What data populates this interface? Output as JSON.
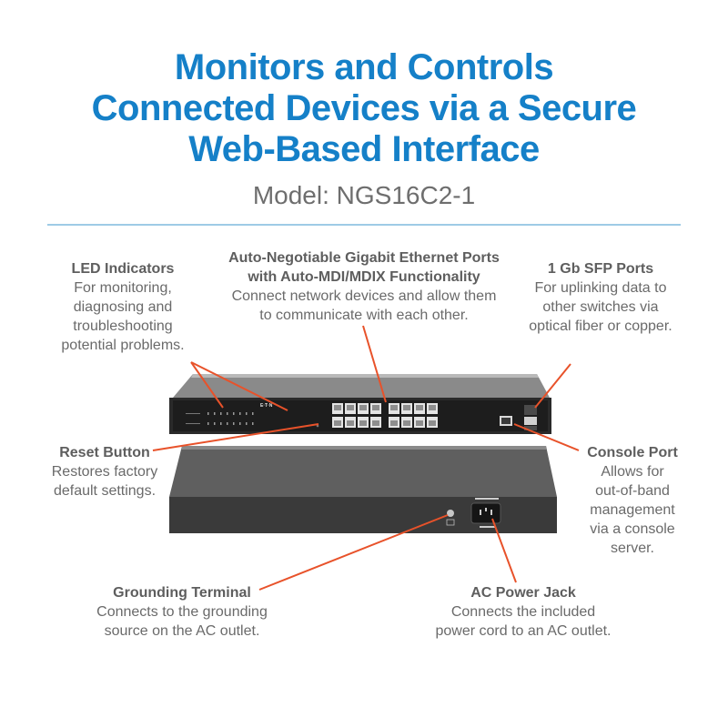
{
  "header": {
    "title_lines": [
      "Monitors and Controls",
      "Connected Devices via a Secure",
      "Web-Based Interface"
    ],
    "model": "Model: NGS16C2-1"
  },
  "colors": {
    "title": "#1580c8",
    "divider": "#9ecbe6",
    "callout_line": "#e8522a",
    "body_text": "#6a6a6a"
  },
  "callouts": {
    "led": {
      "title": "LED Indicators",
      "lines": [
        "For monitoring,",
        "diagnosing and",
        "troubleshooting",
        "potential problems."
      ]
    },
    "ethernet": {
      "title_lines": [
        "Auto-Negotiable Gigabit Ethernet Ports",
        "with Auto-MDI/MDIX Functionality"
      ],
      "lines": [
        "Connect network devices and allow them",
        "to communicate with each other."
      ]
    },
    "sfp": {
      "title": "1 Gb SFP Ports",
      "lines": [
        "For uplinking data to",
        "other switches via",
        "optical fiber or copper."
      ]
    },
    "reset": {
      "title": "Reset Button",
      "lines": [
        "Restores factory",
        "default settings."
      ]
    },
    "console": {
      "title": "Console Port",
      "lines": [
        "Allows for",
        "out-of-band",
        "management",
        "via a console",
        "server."
      ]
    },
    "ground": {
      "title": "Grounding Terminal",
      "lines": [
        "Connects to the grounding",
        "source on the AC outlet."
      ]
    },
    "power": {
      "title": "AC Power Jack",
      "lines": [
        "Connects the included",
        "power cord to an AC outlet."
      ]
    }
  },
  "device": {
    "front_ethernet_port_count": 16,
    "sfp_port_count": 2,
    "brand_mark": "E·T·N"
  }
}
